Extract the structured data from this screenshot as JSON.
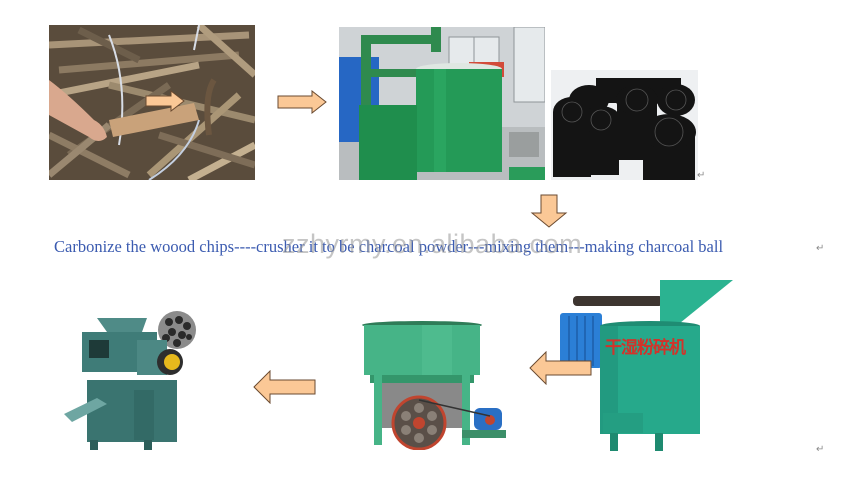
{
  "document": {
    "caption": "Carbonize the woood chips----crusher it to be charcoal powder---mixing them---making charcoal ball",
    "watermark": "zzhyrmy.en.alibaba.com",
    "paragraph_mark": "↵"
  },
  "images": [
    {
      "name": "wood-scraps-photo",
      "description": "pile of scrap wood pieces with hand holding a plank"
    },
    {
      "name": "carbonization-furnace-photo",
      "description": "green carbonization furnace with chimney pipe"
    },
    {
      "name": "charcoal-logs-photo",
      "description": "black hexagonal charcoal logs"
    },
    {
      "name": "crusher-machine-photo",
      "description": "green crusher with blue motor",
      "label": "干湿粉碎机"
    },
    {
      "name": "mixer-machine-photo",
      "description": "green wheel mixer with pulley and motor"
    },
    {
      "name": "ball-press-machine-photo",
      "description": "green charcoal ball press machine with inset of charcoal balls"
    }
  ],
  "colors": {
    "arrow_fill": "#fbc896",
    "arrow_stroke": "#6a4a30",
    "caption_text": "#3b5bb0",
    "machine_green": "#3aa57a",
    "motor_blue": "#2b7fd6"
  }
}
